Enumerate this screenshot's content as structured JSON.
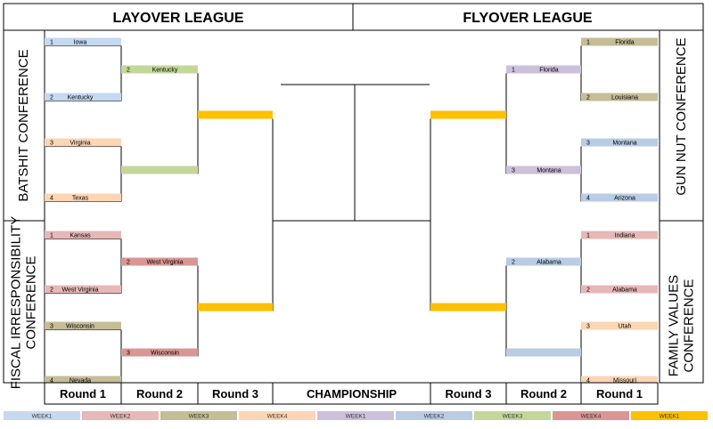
{
  "leagues": {
    "left": "LAYOVER LEAGUE",
    "right": "FLYOVER LEAGUE"
  },
  "conferences": {
    "left_top": [
      "BATSHIT CONFERENCE"
    ],
    "left_bottom": [
      "FISCAL IRRESPONSIBILITY",
      "CONFERENCE"
    ],
    "right_top": [
      "GUN NUT CONFERENCE"
    ],
    "right_bottom": [
      "FAMILY VALUES",
      "CONFERENCE"
    ]
  },
  "rounds": [
    "Round 1",
    "Round 2",
    "Round 3",
    "CHAMPIONSHIP",
    "Round 3",
    "Round 2",
    "Round 1"
  ],
  "colors": {
    "week1_blue": "#c5d9f1",
    "week2_pink": "#e6b8b7",
    "week3_olive": "#c4bd97",
    "week4_peach": "#fcd5b4",
    "week1_purple": "#ccc0da",
    "week2_blue": "#b8cce4",
    "week3_green": "#c4d79b",
    "week4_red": "#da9694",
    "week1_gold": "#ffc000"
  },
  "left": {
    "r1": [
      {
        "seed": "1",
        "team": "Iowa",
        "color": "week1_blue"
      },
      {
        "seed": "2",
        "team": "Kentucky",
        "color": "week1_blue"
      },
      {
        "seed": "3",
        "team": "Virginia",
        "color": "week4_peach"
      },
      {
        "seed": "4",
        "team": "Texas",
        "color": "week4_peach"
      },
      {
        "seed": "1",
        "team": "Kansas",
        "color": "week2_pink"
      },
      {
        "seed": "2",
        "team": "West Virginia",
        "color": "week2_pink"
      },
      {
        "seed": "3",
        "team": "Wisconsin",
        "color": "week3_olive"
      },
      {
        "seed": "4",
        "team": "Nevada",
        "color": "week3_olive"
      }
    ],
    "r2": [
      {
        "seed": "2",
        "team": "Kentucky",
        "color": "week3_green"
      },
      {
        "seed": "",
        "team": "",
        "color": "week3_green"
      },
      {
        "seed": "2",
        "team": "West Virginia",
        "color": "week4_red"
      },
      {
        "seed": "3",
        "team": "Wisconsin",
        "color": "week4_red"
      }
    ],
    "r3": [
      {
        "seed": "",
        "team": "",
        "color": "week1_gold"
      },
      {
        "seed": "",
        "team": "",
        "color": "week1_gold"
      }
    ]
  },
  "right": {
    "r1": [
      {
        "seed": "1",
        "team": "Florida",
        "color": "week3_olive"
      },
      {
        "seed": "2",
        "team": "Louisiana",
        "color": "week3_olive"
      },
      {
        "seed": "3",
        "team": "Montana",
        "color": "week2_blue"
      },
      {
        "seed": "4",
        "team": "Arizona",
        "color": "week2_blue"
      },
      {
        "seed": "1",
        "team": "Indiana",
        "color": "week2_pink"
      },
      {
        "seed": "2",
        "team": "Alabama",
        "color": "week2_pink"
      },
      {
        "seed": "3",
        "team": "Utah",
        "color": "week4_peach"
      },
      {
        "seed": "4",
        "team": "Missouri",
        "color": "week4_peach"
      }
    ],
    "r2": [
      {
        "seed": "1",
        "team": "Florida",
        "color": "week1_purple"
      },
      {
        "seed": "3",
        "team": "Montana",
        "color": "week1_purple"
      },
      {
        "seed": "2",
        "team": "Alabama",
        "color": "week2_blue"
      },
      {
        "seed": "",
        "team": "",
        "color": "week2_blue"
      }
    ],
    "r3": [
      {
        "seed": "",
        "team": "",
        "color": "week1_gold"
      },
      {
        "seed": "",
        "team": "",
        "color": "week1_gold"
      }
    ]
  },
  "legend": [
    {
      "label": "WEEK1",
      "color": "week1_blue"
    },
    {
      "label": "WEEK2",
      "color": "week2_pink"
    },
    {
      "label": "WEEK3",
      "color": "week3_olive"
    },
    {
      "label": "WEEK4",
      "color": "week4_peach"
    },
    {
      "label": "WEEK1",
      "color": "week1_purple"
    },
    {
      "label": "WEEK2",
      "color": "week2_blue"
    },
    {
      "label": "WEEK3",
      "color": "week3_green"
    },
    {
      "label": "WEEK4",
      "color": "week4_red"
    },
    {
      "label": "WEEK1",
      "color": "week1_gold"
    }
  ]
}
